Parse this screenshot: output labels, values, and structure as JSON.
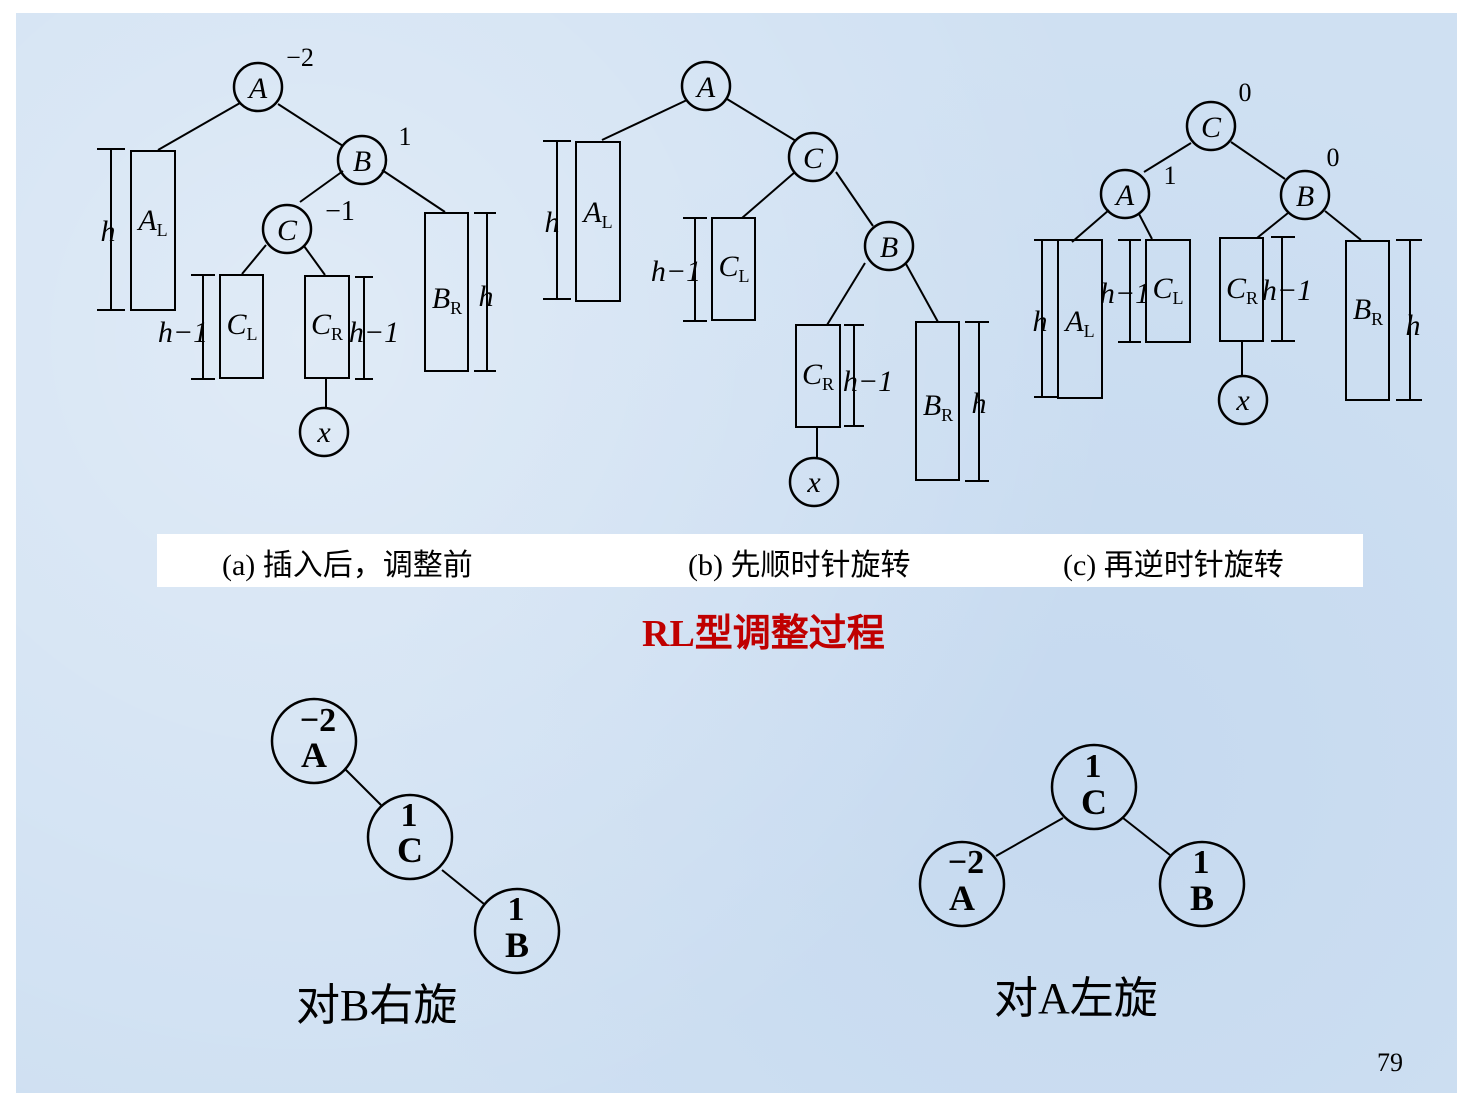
{
  "captions": {
    "a": "(a)  插入后，调整前",
    "b": "(b)  先顺时针旋转",
    "c": "(c)  再逆时针旋转"
  },
  "title": "RL型调整过程",
  "rotation_labels": {
    "right": "对B右旋",
    "left": "对A左旋"
  },
  "page_number": "79",
  "tree_a": {
    "nodes": {
      "A": "A",
      "B": "B",
      "C": "C",
      "x": "x"
    },
    "balance": {
      "A": "−2",
      "B": "1",
      "C": "−1"
    },
    "subtrees": {
      "AL": [
        "A",
        "L"
      ],
      "CL": [
        "C",
        "L"
      ],
      "CR": [
        "C",
        "R"
      ],
      "BR": [
        "B",
        "R"
      ]
    },
    "heights": {
      "AL": "h",
      "CL": "h−1",
      "CR": "h−1",
      "BR": "h"
    }
  },
  "tree_b": {
    "nodes": {
      "A": "A",
      "C": "C",
      "B": "B",
      "x": "x"
    },
    "subtrees": {
      "AL": [
        "A",
        "L"
      ],
      "CL": [
        "C",
        "L"
      ],
      "CR": [
        "C",
        "R"
      ],
      "BR": [
        "B",
        "R"
      ]
    },
    "heights": {
      "AL": "h",
      "CL": "h−1",
      "CR": "h−1",
      "BR": "h"
    }
  },
  "tree_c": {
    "nodes": {
      "C": "C",
      "A": "A",
      "B": "B",
      "x": "x"
    },
    "balance": {
      "C": "0",
      "A": "1",
      "B": "0"
    },
    "subtrees": {
      "AL": [
        "A",
        "L"
      ],
      "CL": [
        "C",
        "L"
      ],
      "CR": [
        "C",
        "R"
      ],
      "BR": [
        "B",
        "R"
      ]
    },
    "heights": {
      "AL": "h",
      "CL": "h−1",
      "CR": "h−1",
      "BR": "h"
    }
  },
  "rotate_right": {
    "A": {
      "name": "A",
      "bf": "−2"
    },
    "C": {
      "name": "C",
      "bf": "1"
    },
    "B": {
      "name": "B",
      "bf": "1"
    }
  },
  "rotate_left": {
    "C": {
      "name": "C",
      "bf": "1"
    },
    "A": {
      "name": "A",
      "bf": "−2"
    },
    "B": {
      "name": "B",
      "bf": "1"
    }
  }
}
